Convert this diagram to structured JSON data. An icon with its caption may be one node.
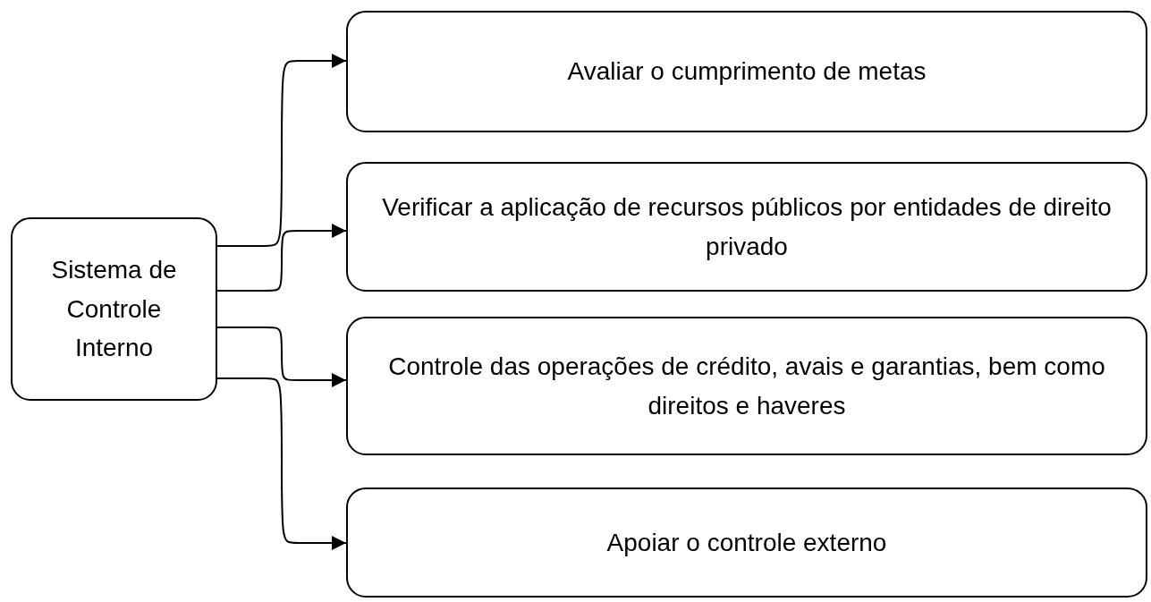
{
  "diagram": {
    "nodes": [
      {
        "text": [
          "Sistema de Controle Interno"
        ]
      },
      {
        "text": [
          "Avaliar o cumprimento de metas"
        ]
      },
      {
        "text": [
          "Verificar a aplicação de recursos públicos por entidades de direito privado"
        ]
      },
      {
        "text": [
          "Controle das operações de crédito, avais e garantias, bem como direitos e haveres"
        ]
      },
      {
        "text": [
          "Apoiar o controle externo"
        ]
      }
    ],
    "edges": [
      {
        "from": 0,
        "to": 1,
        "arrow": "to"
      },
      {
        "from": 0,
        "to": 2,
        "arrow": "to"
      },
      {
        "from": 0,
        "to": 3,
        "arrow": "to"
      },
      {
        "from": 0,
        "to": 4,
        "arrow": "to"
      }
    ]
  }
}
